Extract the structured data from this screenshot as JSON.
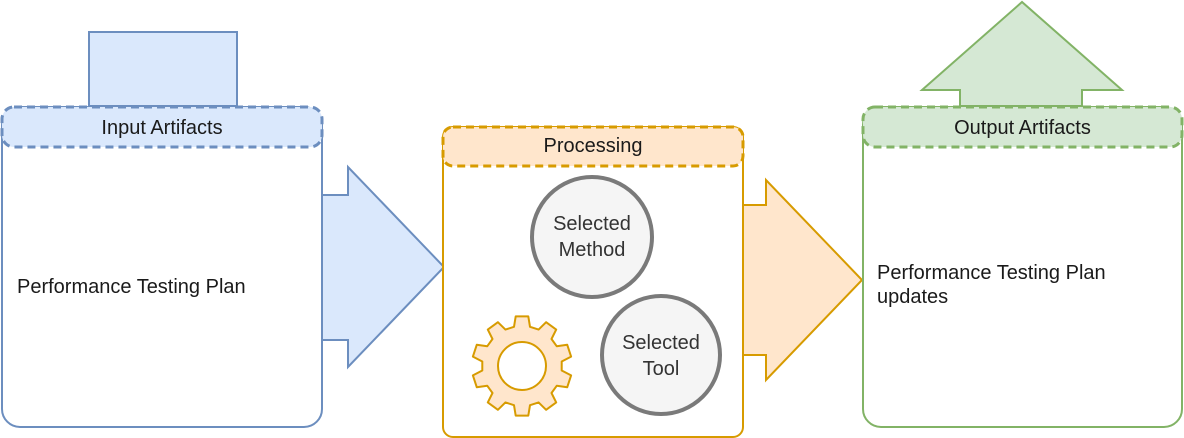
{
  "input": {
    "header": "Input Artifacts",
    "body": "Performance Testing Plan"
  },
  "processing": {
    "header": "Processing",
    "method_circle": [
      "Selected",
      "Method"
    ],
    "tool_circle": [
      "Selected",
      "Tool"
    ],
    "gear_icon": "gear-icon"
  },
  "output": {
    "header": "Output Artifacts",
    "body": [
      "Performance Testing Plan",
      "updates"
    ]
  },
  "colors": {
    "blue_fill": "#dae8fc",
    "blue_stroke": "#6c8ebf",
    "orange_fill": "#ffe6cc",
    "orange_stroke": "#d79b00",
    "green_fill": "#d5e8d4",
    "green_stroke": "#82b366",
    "circle_fill": "#f5f5f5",
    "circle_stroke": "#666666"
  }
}
